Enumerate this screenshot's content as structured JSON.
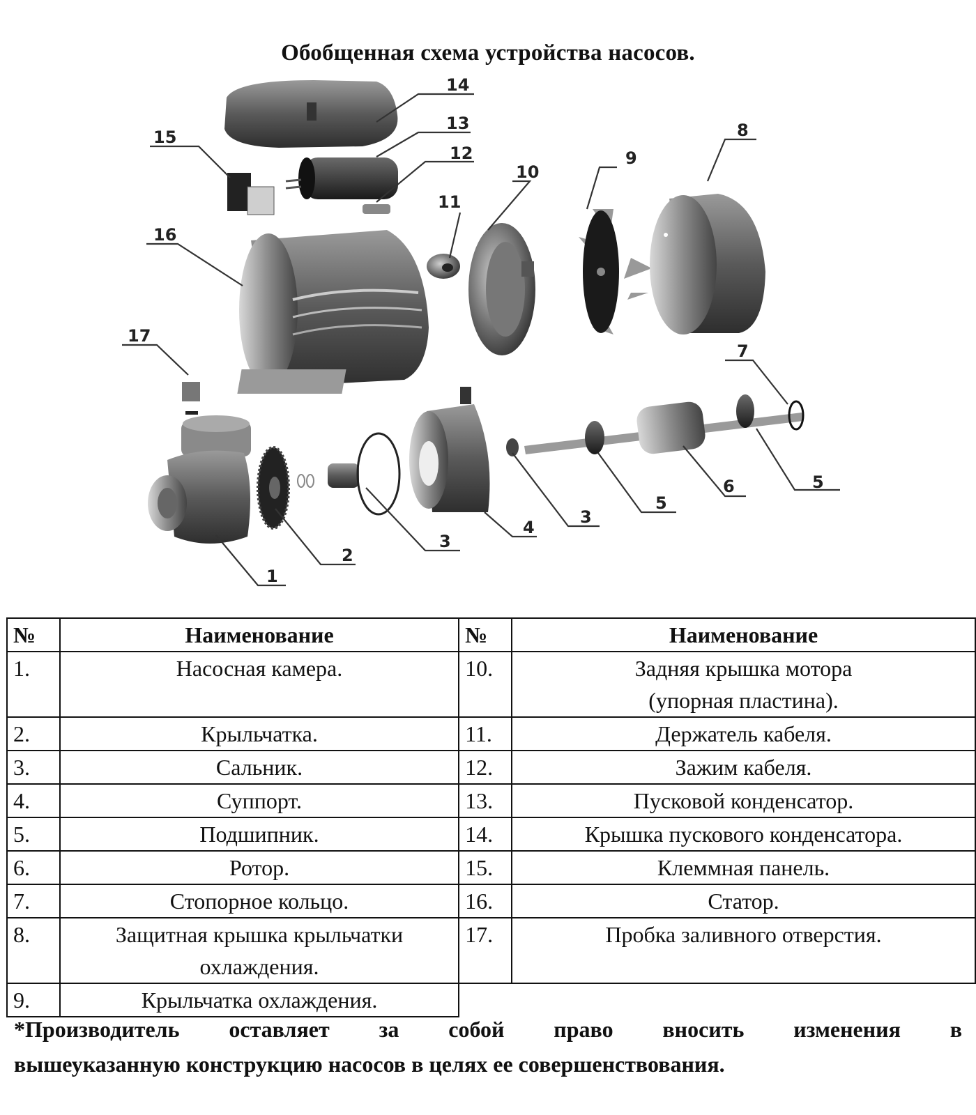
{
  "title": "Обобщенная схема устройства насосов.",
  "diagram": {
    "callouts": [
      "1",
      "2",
      "3",
      "3",
      "4",
      "5",
      "5",
      "6",
      "7",
      "8",
      "9",
      "10",
      "11",
      "12",
      "13",
      "14",
      "15",
      "16",
      "17"
    ],
    "parts": {
      "pump_chamber": "pump-chamber",
      "impeller": "impeller",
      "seal": "seal",
      "support": "support",
      "bearing": "bearing",
      "rotor": "rotor",
      "retaining_ring": "retaining-ring",
      "fan_cover": "fan-cover",
      "cooling_fan": "cooling-fan",
      "rear_cover": "rear-cover",
      "cable_holder": "cable-holder",
      "cable_clamp": "cable-clamp",
      "capacitor": "capacitor",
      "capacitor_cover": "capacitor-cover",
      "terminal_panel": "terminal-panel",
      "stator": "stator",
      "fill_plug": "fill-plug"
    }
  },
  "table": {
    "headers": {
      "num": "№",
      "name": "Наименование"
    },
    "rows": [
      {
        "left_num": "1.",
        "left_name": "Насосная камера.",
        "right_num": "10.",
        "right_name": "Задняя крышка мотора (упорная пластина)."
      },
      {
        "left_num": "2.",
        "left_name": "Крыльчатка.",
        "right_num": "11.",
        "right_name": "Держатель кабеля."
      },
      {
        "left_num": "3.",
        "left_name": "Сальник.",
        "right_num": "12.",
        "right_name": "Зажим кабеля."
      },
      {
        "left_num": "4.",
        "left_name": "Суппорт.",
        "right_num": "13.",
        "right_name": "Пусковой конденсатор."
      },
      {
        "left_num": "5.",
        "left_name": "Подшипник.",
        "right_num": "14.",
        "right_name": "Крышка пускового конденсатора."
      },
      {
        "left_num": "6.",
        "left_name": "Ротор.",
        "right_num": "15.",
        "right_name": "Клеммная панель."
      },
      {
        "left_num": "7.",
        "left_name": "Стопорное кольцо.",
        "right_num": "16.",
        "right_name": "Статор."
      },
      {
        "left_num": "8.",
        "left_name": "Защитная крышка крыльчатки охлаждения.",
        "right_num": "17.",
        "right_name": "Пробка заливного отверстия."
      },
      {
        "left_num": "9.",
        "left_name": "Крыльчатка охлаждения."
      }
    ],
    "row10_line1": "Задняя крышка мотора",
    "row10_line2": "(упорная пластина).",
    "row8_line1": "Защитная крышка крыльчатки",
    "row8_line2": "охлаждения."
  },
  "footnote": {
    "line1": "*Производитель оставляет за собой право вносить изменения в",
    "line2": "вышеуказанную конструкцию насосов в целях ее совершенствования."
  }
}
